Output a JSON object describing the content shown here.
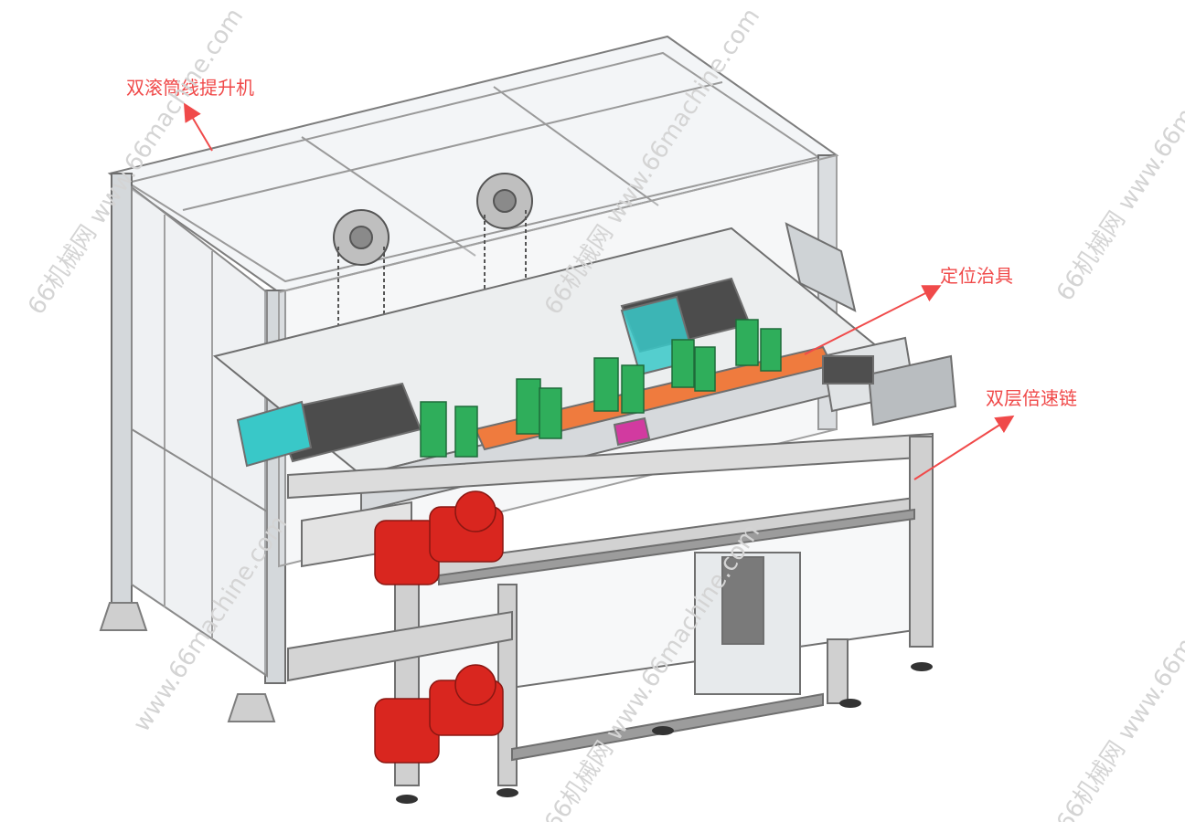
{
  "callouts": {
    "lifter": "双滚筒线提升机",
    "jig": "定位治具",
    "chain": "双层倍速链"
  },
  "watermark": {
    "text_a": "66机械网 www.66machine.com",
    "text_b": "www.66machine.com"
  },
  "colors": {
    "label": "#f04a4a",
    "motor": "#d9261f",
    "fixture": "#2fae5b",
    "plate": "#ef7b3e",
    "cyan": "#39c8c8",
    "frame": "#8a8a8a"
  }
}
